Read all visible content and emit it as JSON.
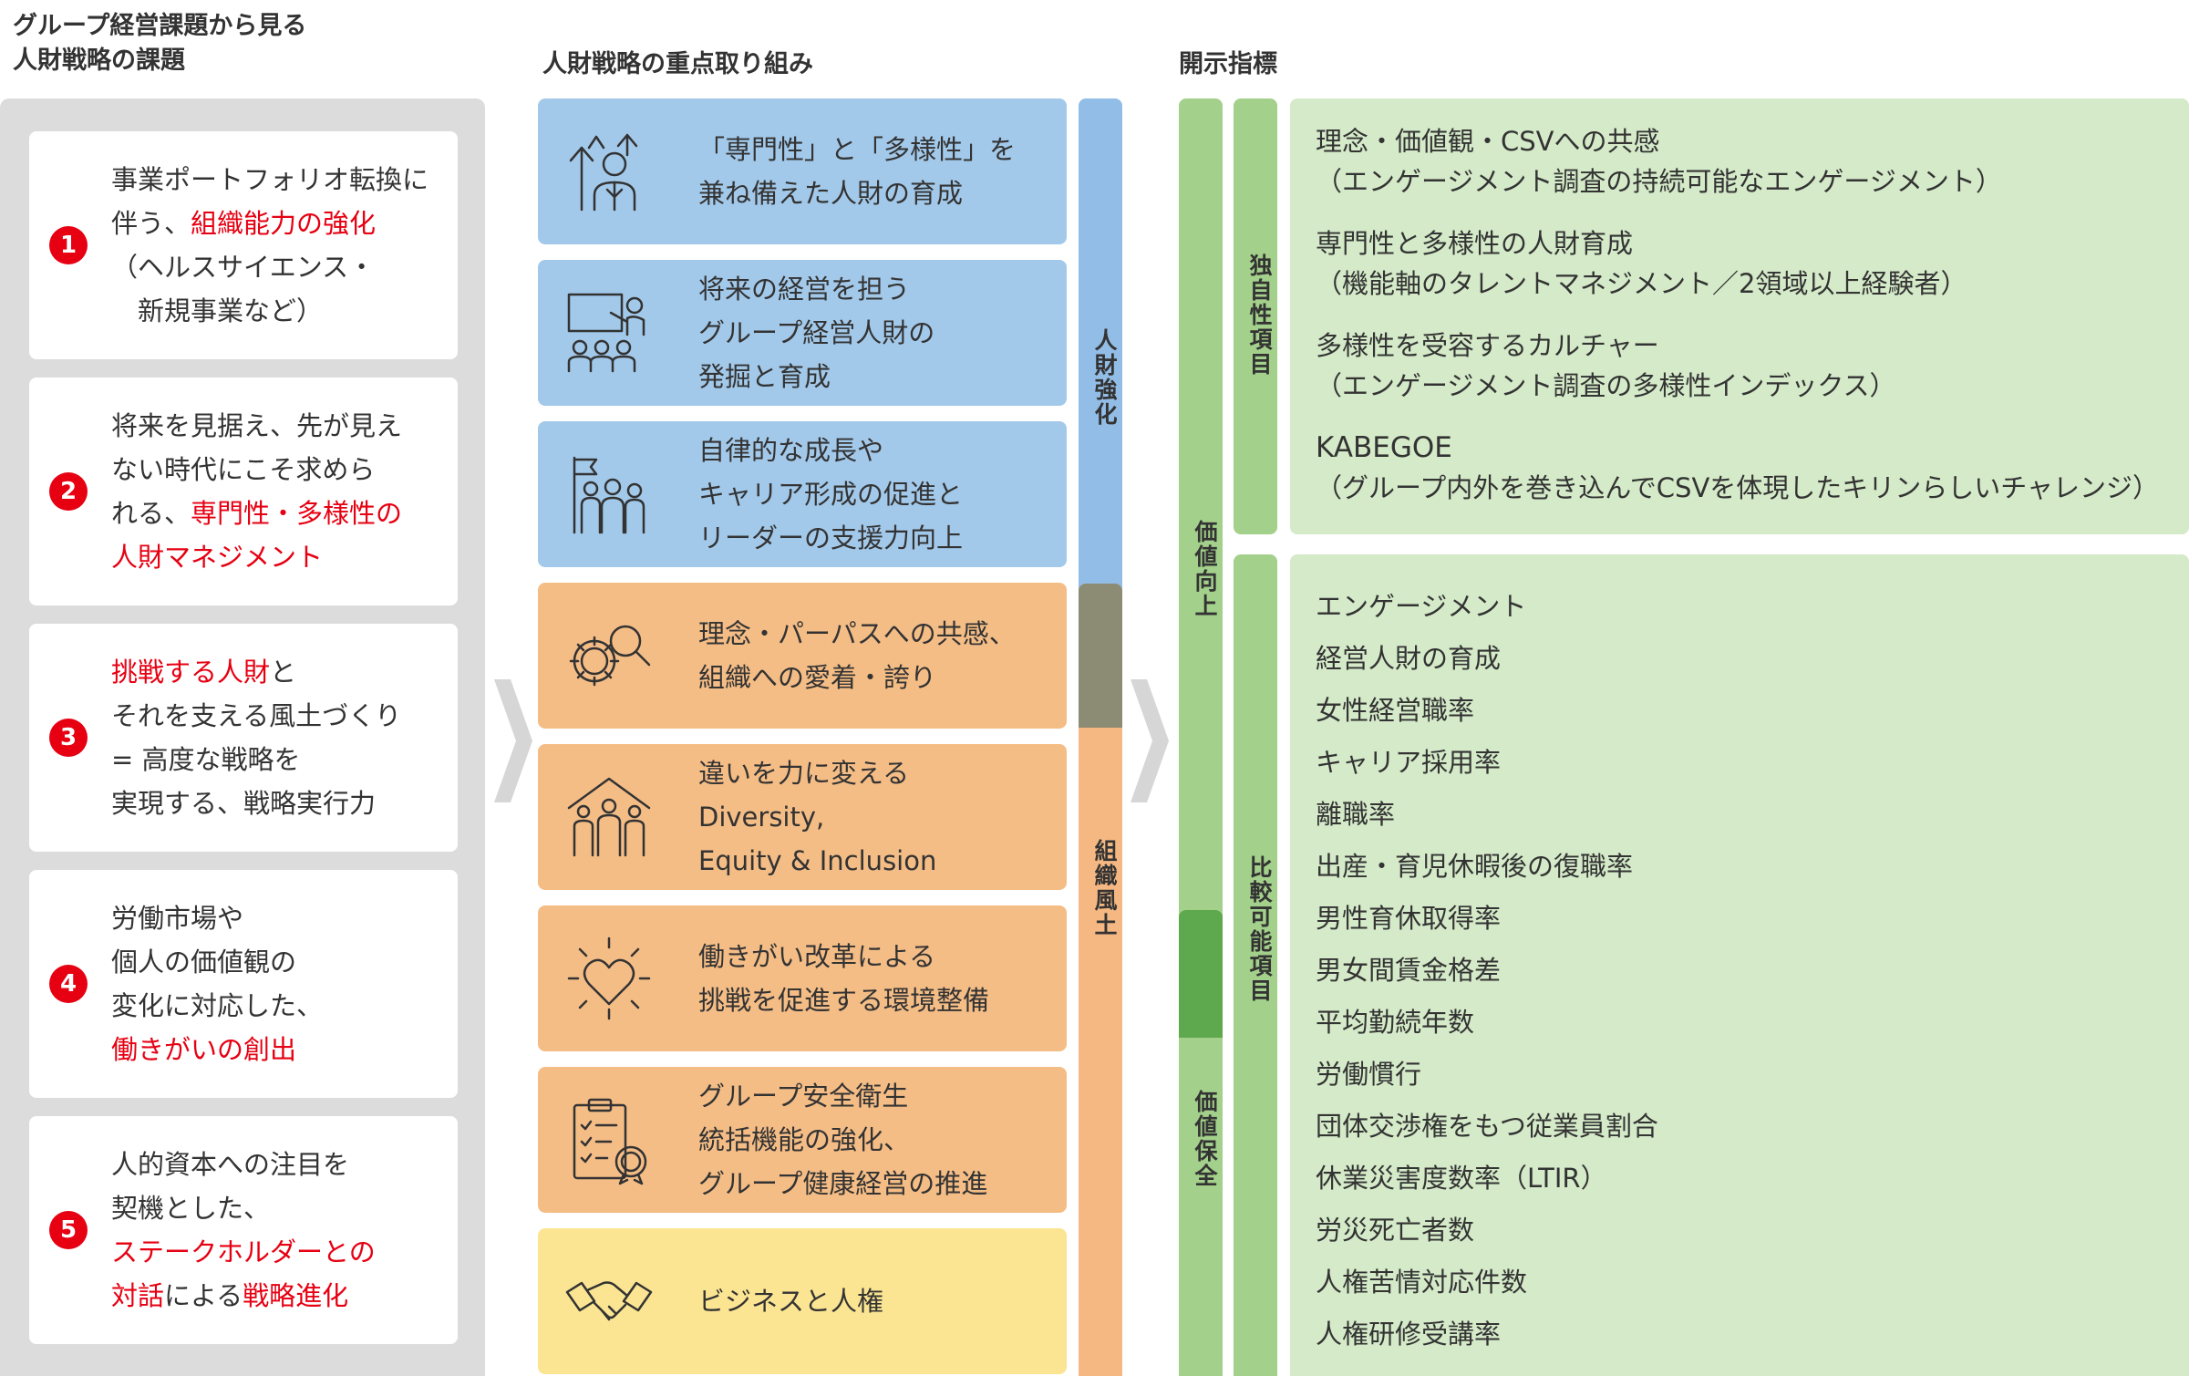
{
  "headers": {
    "issues": [
      "グループ経営課題から見る",
      "人財戦略の課題"
    ],
    "initiatives": "人財戦略の重点取り組み",
    "indicators": "開示指標"
  },
  "issues": [
    {
      "number": "1",
      "lines": [
        [
          {
            "text": "事業ポートフォリオ転換に"
          }
        ],
        [
          {
            "text": "伴う、"
          },
          {
            "text": "組織能力の強化",
            "red": true
          }
        ],
        [
          {
            "text": "（ヘルスサイエンス・"
          }
        ],
        [
          {
            "text": "　新規事業など）"
          }
        ]
      ]
    },
    {
      "number": "2",
      "lines": [
        [
          {
            "text": "将来を見据え、先が見え"
          }
        ],
        [
          {
            "text": "ない時代にこそ求めら"
          }
        ],
        [
          {
            "text": "れる、"
          },
          {
            "text": "専門性・多様性の",
            "red": true
          }
        ],
        [
          {
            "text": "人財マネジメント",
            "red": true
          }
        ]
      ]
    },
    {
      "number": "3",
      "lines": [
        [
          {
            "text": "挑戦する人財",
            "red": true
          },
          {
            "text": "と"
          }
        ],
        [
          {
            "text": "それを支える風土づくり"
          }
        ],
        [
          {
            "text": "= 高度な戦略を"
          }
        ],
        [
          {
            "text": "実現する、戦略実行力"
          }
        ]
      ]
    },
    {
      "number": "4",
      "lines": [
        [
          {
            "text": "労働市場や"
          }
        ],
        [
          {
            "text": "個人の価値観の"
          }
        ],
        [
          {
            "text": "変化に対応した、"
          }
        ],
        [
          {
            "text": "働きがいの創出",
            "red": true
          }
        ]
      ]
    },
    {
      "number": "5",
      "lines": [
        [
          {
            "text": "人的資本への注目を"
          }
        ],
        [
          {
            "text": "契機とした、"
          }
        ],
        [
          {
            "text": "ステークホルダーとの",
            "red": true
          }
        ],
        [
          {
            "text": "対話",
            "red": true
          },
          {
            "text": "による"
          },
          {
            "text": "戦略進化",
            "red": true
          }
        ]
      ]
    }
  ],
  "initiatives": [
    {
      "color": "blue",
      "icon": "growth-person-icon",
      "lines": [
        "「専門性」と「多様性」を",
        "兼ね備えた人財の育成"
      ]
    },
    {
      "color": "blue",
      "icon": "presentation-icon",
      "lines": [
        "将来の経営を担う",
        "グループ経営人財の",
        "発掘と育成"
      ]
    },
    {
      "color": "blue",
      "icon": "team-flag-icon",
      "lines": [
        "自律的な成長や",
        "キャリア形成の促進と",
        "リーダーの支援力向上"
      ]
    },
    {
      "color": "orange",
      "icon": "gear-search-icon",
      "lines": [
        "理念・パーパスへの共感、",
        "組織への愛着・誇り"
      ]
    },
    {
      "color": "orange",
      "icon": "house-people-icon",
      "lines": [
        "違いを力に変える",
        "Diversity,",
        "Equity & Inclusion"
      ]
    },
    {
      "color": "orange",
      "icon": "heart-sparkle-icon",
      "lines": [
        "働きがい改革による",
        "挑戦を促進する環境整備"
      ]
    },
    {
      "color": "orange",
      "icon": "checklist-gear-icon",
      "lines": [
        "グループ安全衛生",
        "統括機能の強化、",
        "グループ健康経営の推進"
      ]
    },
    {
      "color": "yellow",
      "icon": "handshake-icon",
      "lines": [
        "ビジネスと人権"
      ]
    }
  ],
  "side_labels": {
    "jinzai": "人財強化",
    "soshiki": "組織風土"
  },
  "value_labels": {
    "kojo": "価値向上",
    "hozen": "価値保全"
  },
  "category_labels": {
    "unique": "独自性項目",
    "comparable": "比較可能項目"
  },
  "unique_items": [
    {
      "title": "理念・価値観・CSVへの共感",
      "sub": "（エンゲージメント調査の持続可能なエンゲージメント）"
    },
    {
      "title": "専門性と多様性の人財育成",
      "sub": "（機能軸のタレントマネジメント／2領域以上経験者）"
    },
    {
      "title": "多様性を受容するカルチャー",
      "sub": "（エンゲージメント調査の多様性インデックス）"
    },
    {
      "title": "KABEGOE",
      "sub": "（グループ内外を巻き込んでCSVを体現したキリンらしいチャレンジ）"
    }
  ],
  "comparable_items": [
    "エンゲージメント",
    "経営人財の育成",
    "女性経営職率",
    "キャリア採用率",
    "離職率",
    "出産・育児休暇後の復職率",
    "男性育休取得率",
    "男女間賃金格差",
    "平均勤続年数",
    "労働慣行",
    "団体交渉権をもつ従業員割合",
    "休業災害度数率（LTIR）",
    "労災死亡者数",
    "人権苦情対応件数",
    "人権研修受講率"
  ],
  "colors": {
    "red": "#e60012",
    "blue": "#a3c9ea",
    "orange": "#f5bd86",
    "yellow": "#fbe592",
    "blue_bar": "#92bde6",
    "orange_bar": "#f5b882",
    "overlap_bar": "#8c8b74",
    "green_bar": "#a3d08a",
    "green_dark": "#5ea84e",
    "green_box": "#d4eac8",
    "gray": "#dcdcdc"
  }
}
